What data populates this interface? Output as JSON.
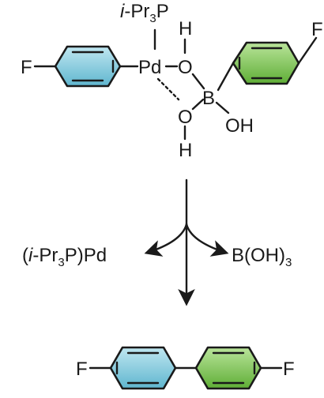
{
  "labels": {
    "ligand_ipr": "i",
    "ligand_pr": "-Pr",
    "ligand_sub": "3",
    "ligand_p": "P",
    "f_left": "F",
    "f_right": "F",
    "pd": "Pd",
    "o_upper": "O",
    "o_lower": "O",
    "h_upper": "H",
    "h_lower": "H",
    "boron": "B",
    "oh": "OH",
    "product_f_left": "F",
    "product_f_right": "F"
  },
  "byproducts": {
    "pd_open": "(",
    "pd_i": "i",
    "pd_pr": "-Pr",
    "pd_sub": "3",
    "pd_rest": "P)Pd",
    "boric_main": "B(OH)",
    "boric_sub": "3"
  },
  "colors": {
    "blue_ring": "#7cc8dc",
    "green_ring": "#7cc44c",
    "ink": "#1a1a1a"
  }
}
